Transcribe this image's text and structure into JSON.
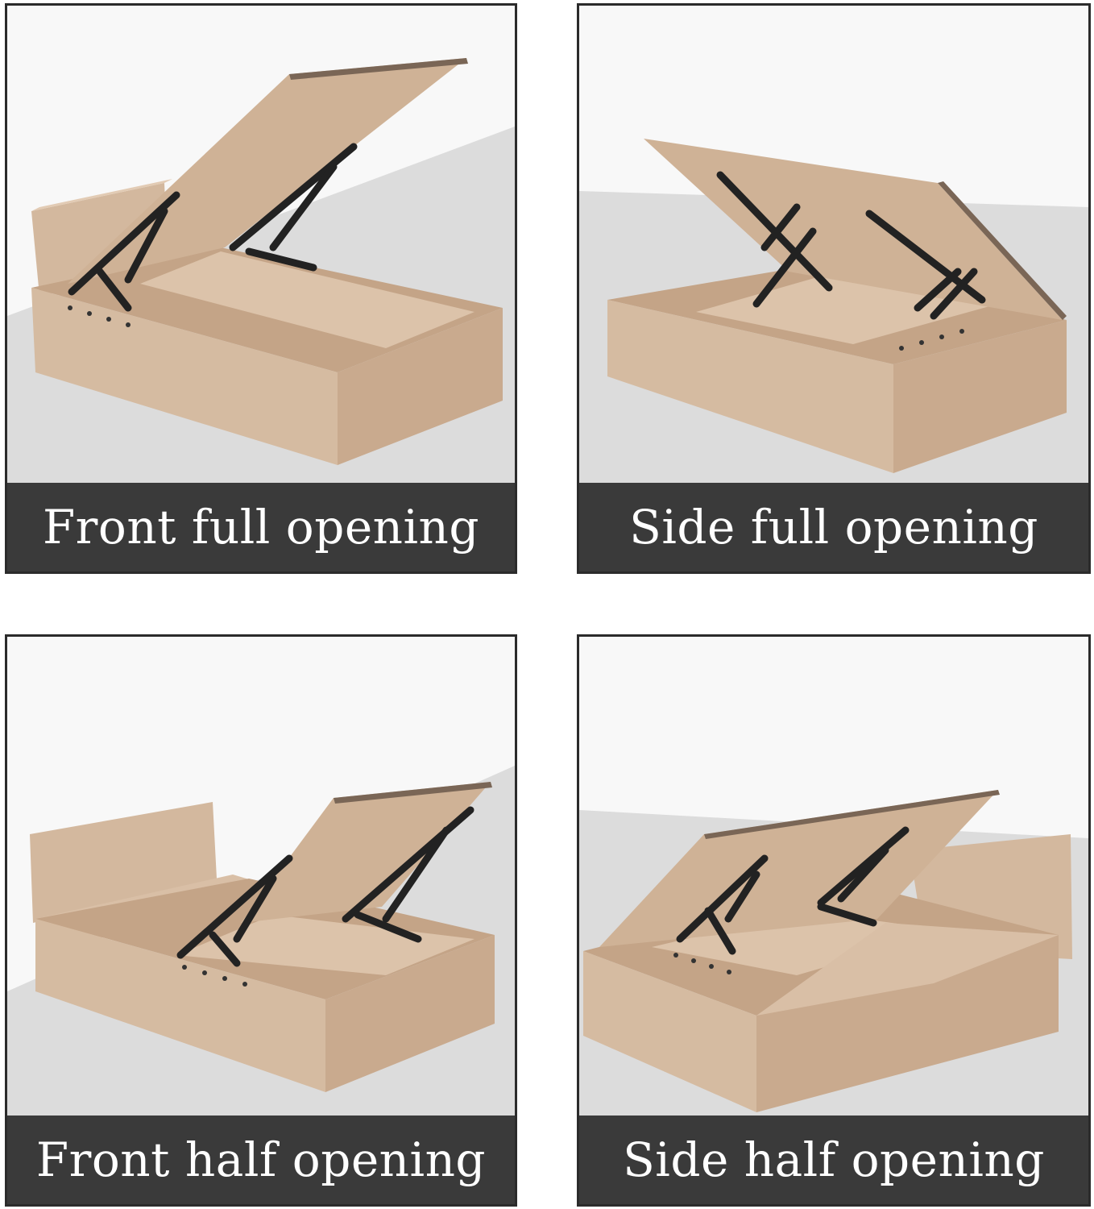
{
  "panels": [
    {
      "caption": "Front full opening"
    },
    {
      "caption": "Side full opening"
    },
    {
      "caption": "Front half opening"
    },
    {
      "caption": "Side half opening"
    }
  ],
  "colors": {
    "caption_bg": "#3a3a3a",
    "caption_text": "#ffffff",
    "wood_light": "#d9bfa6",
    "wood_mid": "#c9a98c",
    "wood_dark": "#b08f73",
    "hardware": "#222222",
    "floor_gray": "#dcdcdc"
  }
}
